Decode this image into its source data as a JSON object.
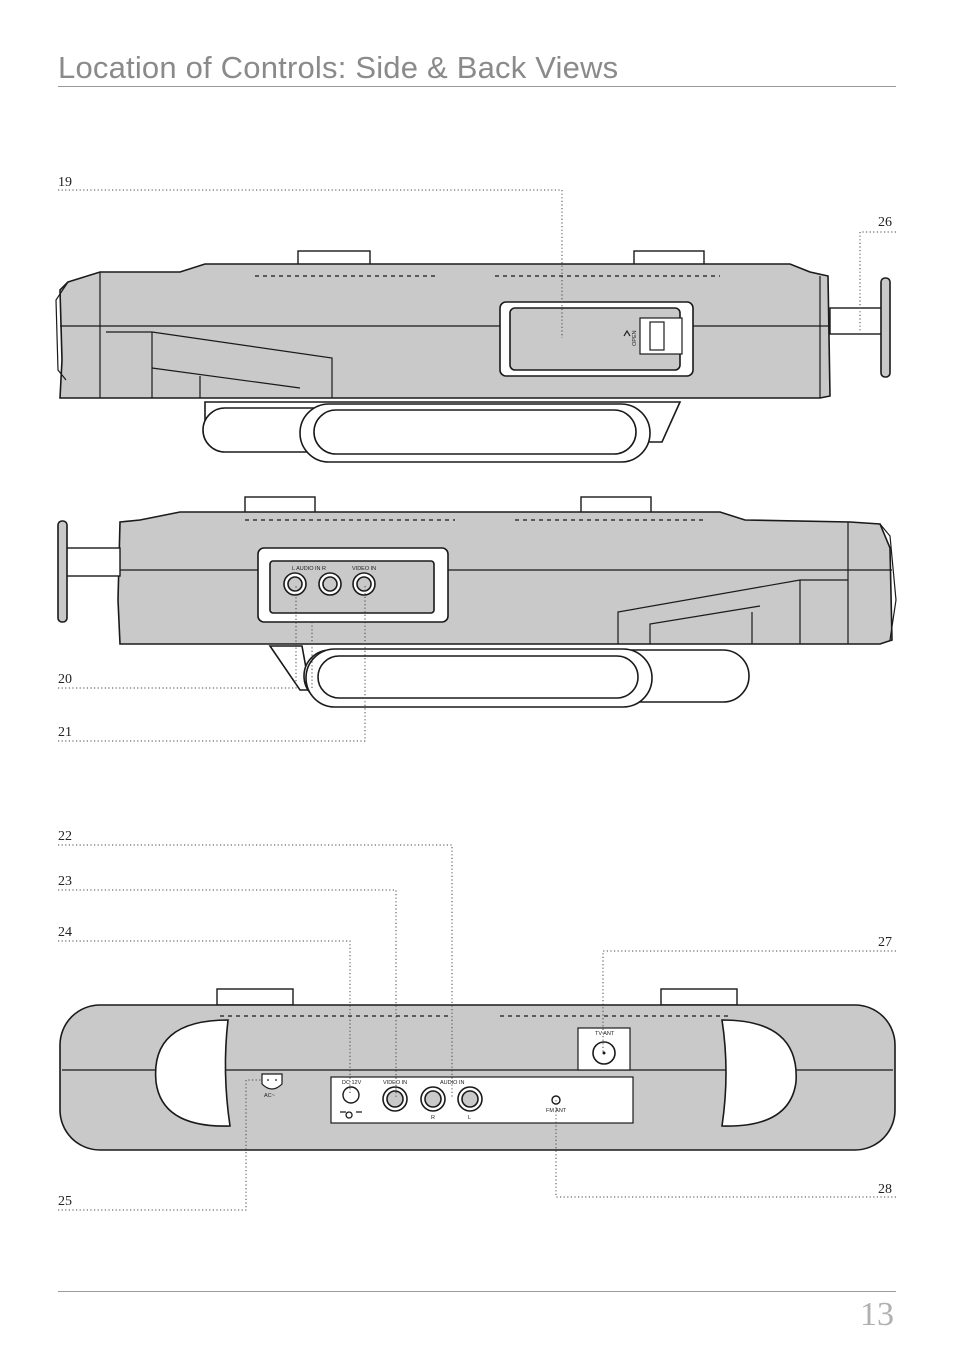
{
  "page": {
    "title": "Location of Controls: Side & Back Views",
    "page_number": "13"
  },
  "callouts": {
    "c19": "19",
    "c20": "20",
    "c21": "21",
    "c22": "22",
    "c23": "23",
    "c24": "24",
    "c25": "25",
    "c26": "26",
    "c27": "27",
    "c28": "28"
  },
  "labels": {
    "open": "OPEN",
    "side_audio_in": "L    AUDIO IN    R",
    "side_video_in": "VIDEO IN",
    "tv_ant": "TV ANT",
    "ac": "AC~",
    "dc_12v": "DC 12V",
    "back_video_in": "VIDEO IN",
    "back_audio_in": "AUDIO IN",
    "r": "R",
    "l": "L",
    "fm_ant": "FM ANT"
  },
  "colors": {
    "body_fill": "#c9c9c9",
    "title_color": "#8a8a8a",
    "page_number_color": "#b0b0b0"
  }
}
